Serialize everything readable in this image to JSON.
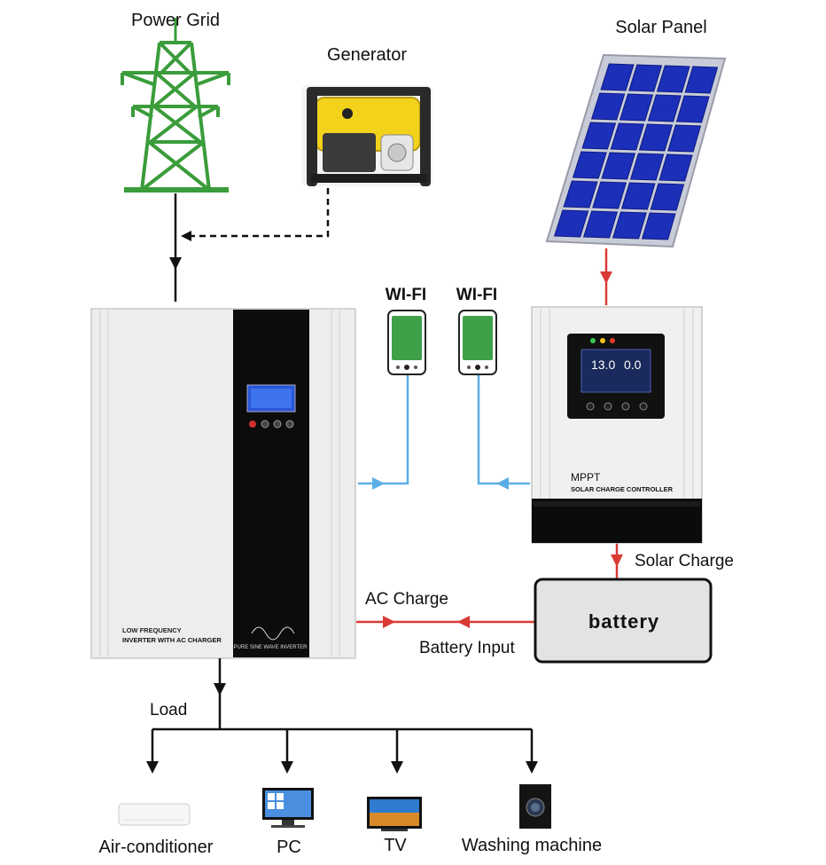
{
  "labels": {
    "power_grid": "Power Grid",
    "generator": "Generator",
    "solar_panel": "Solar Panel",
    "wifi_1": "WI-FI",
    "wifi_2": "WI-FI",
    "solar_charge": "Solar Charge",
    "ac_charge": "AC Charge",
    "battery_input": "Battery Input",
    "battery": "battery",
    "load": "Load"
  },
  "inverter": {
    "panel_line1": "LOW FREQUENCY",
    "panel_line2": "INVERTER WITH AC CHARGER",
    "front_text": "PURE SINE WAVE INVERTER"
  },
  "controller": {
    "brand": "MPPT",
    "name": "SOLAR CHARGE CONTROLLER",
    "lcd_left": "13.0",
    "lcd_right": "0.0"
  },
  "loads": [
    {
      "label": "Air-conditioner"
    },
    {
      "label": "PC"
    },
    {
      "label": "TV"
    },
    {
      "label": "Washing machine"
    }
  ],
  "colors": {
    "grid_tower": "#3a9c3a",
    "solar_flow": "#d93a36",
    "wifi_link": "#5aaee6",
    "phone_screen": "#3fa04a",
    "panel_cell": "#1c2fb8"
  }
}
